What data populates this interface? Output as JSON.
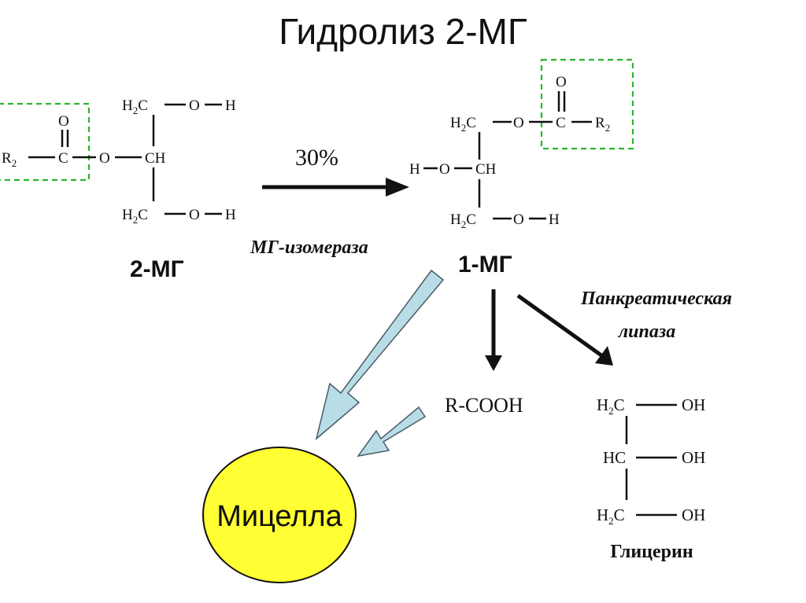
{
  "title": "Гидролиз 2-МГ",
  "mg2": {
    "label": "2-МГ",
    "o_top": "O",
    "c": "C",
    "r": "R",
    "r_sub": "2",
    "o_ester": "O",
    "h2": "H",
    "h2_sub": "2",
    "c_up": "C",
    "o_up": "O",
    "h_up": "H",
    "ch_mid": "CH",
    "c_down": "C",
    "o_down": "O",
    "h_down": "H"
  },
  "reaction": {
    "percent": "30%",
    "enzyme": "МГ-изомераза"
  },
  "mg1": {
    "label": "1-МГ",
    "o_top": "O",
    "c_acyl": "C",
    "r": "R",
    "r_sub": "2",
    "o_ester": "O",
    "h_left": "H",
    "o_mid": "O",
    "ch_mid": "CH",
    "o_down": "O",
    "h_down": "H",
    "h2": "H",
    "h2_sub": "2",
    "c": "C"
  },
  "lipase": {
    "line1": "Панкреатическая",
    "line2": "липаза"
  },
  "products": {
    "acid": "R-COOH",
    "glycerol_name": "Глицерин",
    "g_row1_left": "H",
    "g_row1_sub": "2",
    "g_row1_c": "C",
    "g_row2_left": "HC",
    "g_row3_left": "H",
    "g_row3_sub": "2",
    "g_row3_c": "C",
    "oh1": "OH",
    "oh2": "OH",
    "oh3": "OH"
  },
  "micelle": {
    "label": "Мицелла",
    "fill": "#ffff33"
  },
  "colors": {
    "highlight_box": "#2bb52b",
    "hollow_arrow_fill": "#b9dde6",
    "hollow_arrow_stroke": "#4a5a66"
  }
}
